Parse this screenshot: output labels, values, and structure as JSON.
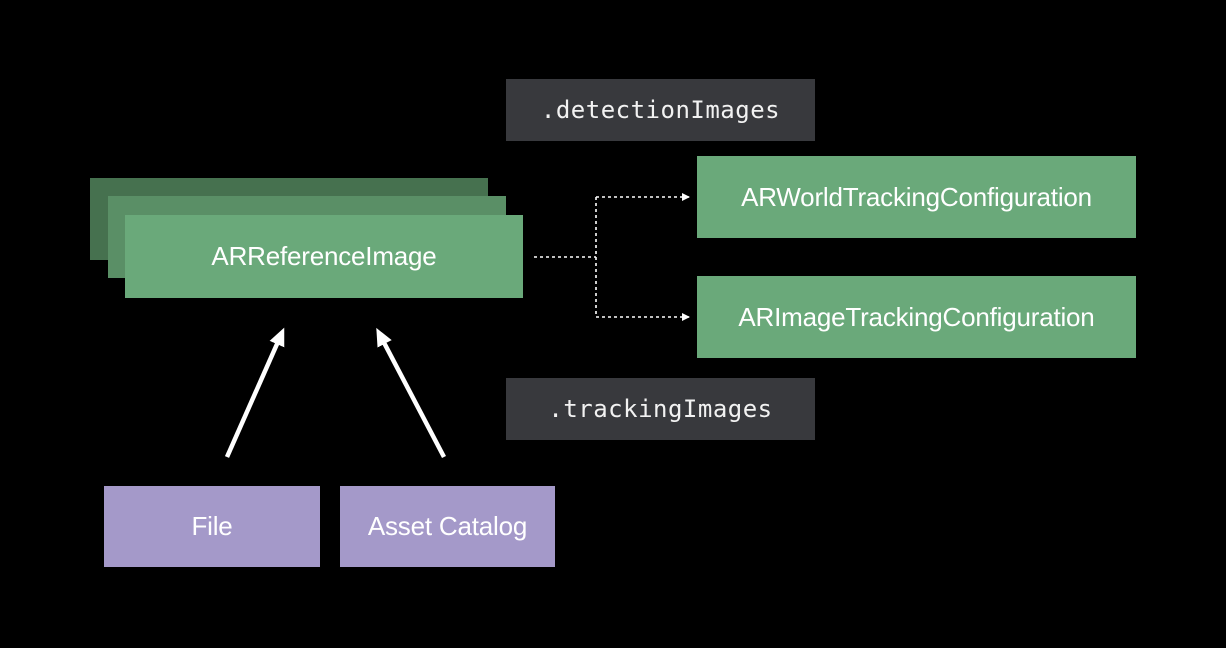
{
  "diagram": {
    "reference_image": {
      "label": "ARReferenceImage"
    },
    "configurations": [
      {
        "label": "ARWorldTrackingConfiguration",
        "property": ".detectionImages"
      },
      {
        "label": "ARImageTrackingConfiguration",
        "property": ".trackingImages"
      }
    ],
    "sources": [
      {
        "label": "File"
      },
      {
        "label": "Asset Catalog"
      }
    ]
  },
  "colors": {
    "background": "#000000",
    "reference_box": "#6aa97a",
    "reference_stack_back": "#46714f",
    "reference_stack_mid": "#5a8f66",
    "configuration_box": "#6aa97a",
    "source_box": "#a499c9",
    "property_box": "#38393d",
    "text": "#ffffff",
    "arrow": "#ffffff"
  }
}
